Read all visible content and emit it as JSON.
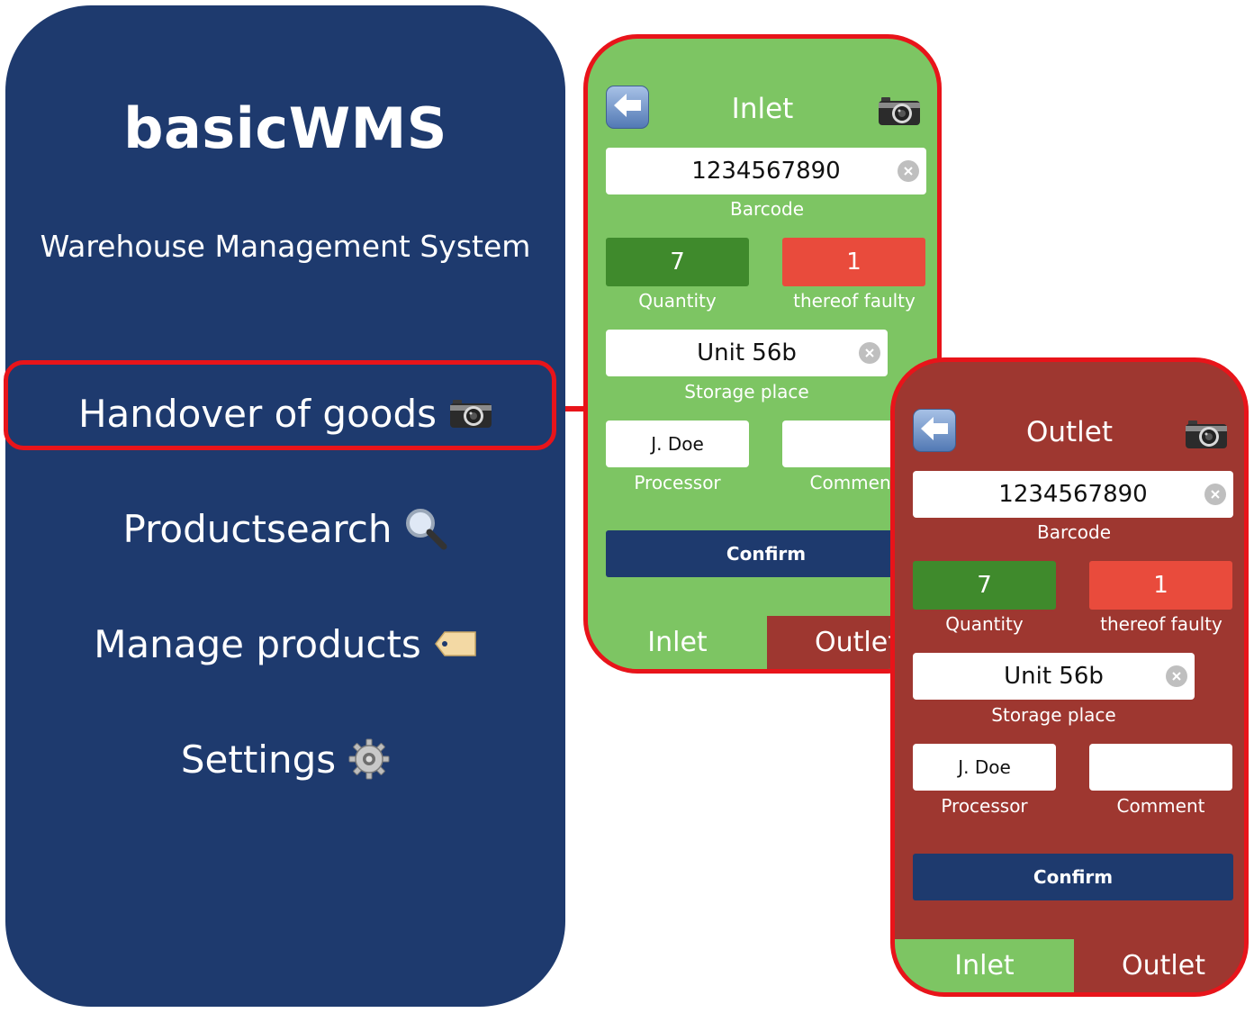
{
  "menu": {
    "title": "basicWMS",
    "subtitle": "Warehouse Management System",
    "items": [
      {
        "label": "Handover of goods",
        "icon": "camera-icon"
      },
      {
        "label": "Productsearch",
        "icon": "magnifier-icon"
      },
      {
        "label": "Manage products",
        "icon": "tag-icon"
      },
      {
        "label": "Settings",
        "icon": "gear-icon"
      }
    ],
    "highlight_color": "#e8141a",
    "panel_color": "#1e3a6e"
  },
  "inlet": {
    "title": "Inlet",
    "barcode": {
      "value": "1234567890",
      "label": "Barcode"
    },
    "quantity": {
      "value": "7",
      "label": "Quantity"
    },
    "faulty": {
      "value": "1",
      "label": "thereof faulty"
    },
    "storage": {
      "value": "Unit 56b",
      "label": "Storage place"
    },
    "processor": {
      "value": "J. Doe",
      "label": "Processor"
    },
    "comment": {
      "value": "",
      "label": "Comment"
    },
    "confirm_label": "Confirm",
    "tabs": [
      "Inlet",
      "Outlet"
    ],
    "background": "#7dc563"
  },
  "outlet": {
    "title": "Outlet",
    "barcode": {
      "value": "1234567890",
      "label": "Barcode"
    },
    "quantity": {
      "value": "7",
      "label": "Quantity"
    },
    "faulty": {
      "value": "1",
      "label": "thereof faulty"
    },
    "storage": {
      "value": "Unit 56b",
      "label": "Storage place"
    },
    "processor": {
      "value": "J. Doe",
      "label": "Processor"
    },
    "comment": {
      "value": "",
      "label": "Comment"
    },
    "confirm_label": "Confirm",
    "tabs": [
      "Inlet",
      "Outlet"
    ],
    "background": "#9e3730"
  }
}
